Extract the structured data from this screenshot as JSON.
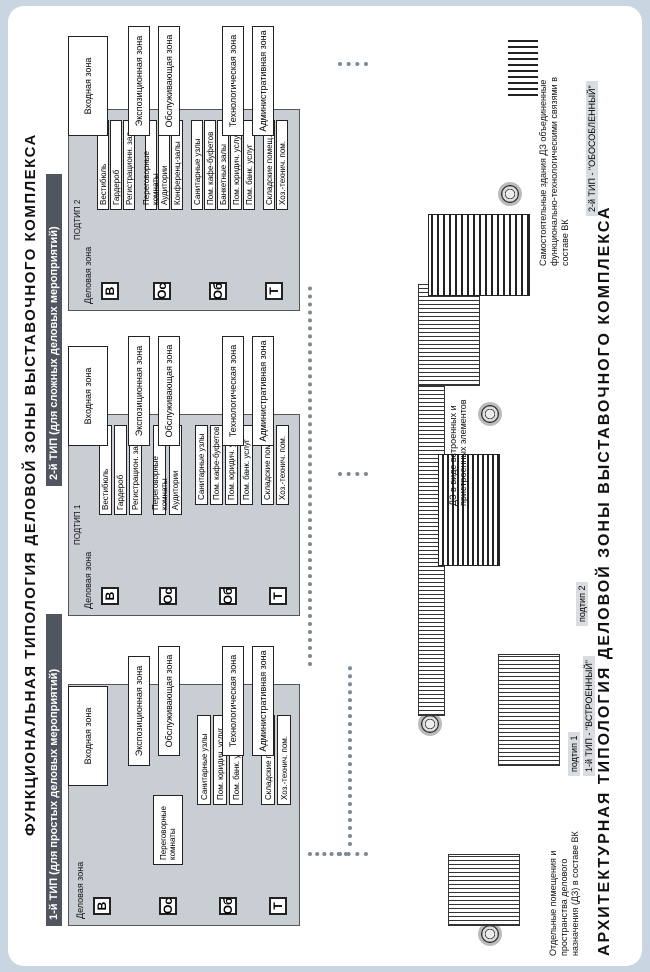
{
  "title": "ФУНКЦИОНАЛЬНАЯ ТИПОЛОГИЯ ДЕЛОВОЙ ЗОНЫ ВЫСТАВОЧНОГО КОМПЛЕКСА",
  "arch_title": "АРХИТЕКТУРНАЯ ТИПОЛОГИЯ ДЕЛОВОЙ ЗОНЫ ВЫСТАВОЧНОГО КОМПЛЕКСА",
  "type1": {
    "header": "1-й ТИП (для простых деловых мероприятий)",
    "panel_title": "Деловая зона",
    "blocks": {
      "v": "В",
      "os": "Ос",
      "ob": "Об",
      "t": "Т"
    },
    "rooms": [
      "Переговорные комнаты",
      "Санитарные узлы",
      "Пом. юридич. услуг",
      "Пом. банк. услуг",
      "Складские помещ.",
      "Хоз.-технич. пом."
    ],
    "zones": [
      "Входная зона",
      "Экспозиционная зона",
      "Обслуживающая зона",
      "Технологическая зона",
      "Административная зона"
    ]
  },
  "type2": {
    "header": "2-й ТИП (для сложных деловых мероприятий)",
    "sub1": {
      "label": "ПОДТИП 1",
      "panel_title": "Деловая зона",
      "rooms": [
        "Вестибюль",
        "Гардероб",
        "Регистрацион. зал",
        "Переговорные комнаты",
        "Аудитории",
        "Санитарные узлы",
        "Пом. кафе-буфетов",
        "Пом. юридич. услуг",
        "Пом. банк. услуг",
        "Складские помещ.",
        "Хоз.-технич. пом."
      ],
      "zones": [
        "Входная зона",
        "Экспозиционная зона",
        "Обслуживающая зона",
        "Технологическая зона",
        "Административная зона"
      ]
    },
    "sub2": {
      "label": "ПОДТИП 2",
      "panel_title": "Деловая зона",
      "rooms": [
        "Вестибюль",
        "Гардероб",
        "Регистрационн. зал",
        "Переговорные комнаты",
        "Аудитории",
        "Конференц-залы",
        "Санитарные узлы",
        "Пом. кафе-буфетов",
        "Банкетные залы",
        "Пом. юридич. услуг",
        "Пом. банк. услуг",
        "Складские помещ.",
        "Хоз.-технич. пом."
      ],
      "zones": [
        "Входная зона",
        "Экспозиционная зона",
        "Обслуживающая зона",
        "Технологическая зона",
        "Административная зона"
      ]
    }
  },
  "arch": {
    "left_caption": "Отдельные помещения и пространства делового назначения (ДЗ) в составе ВК",
    "sub1": "подтип 1",
    "sub2": "подтип 2",
    "type1_label": "1-й ТИП - \"ВСТРОЕННЫЙ\"",
    "mid_caption": "ДЗ в виде встроенных и пристроенных элементов",
    "right_caption": "Самостоятельные здания ДЗ объединенные функционально-технологическими связями в составе ВК",
    "type2_label": "2-й ТИП - \"ОБОСОБЛЕННЫЙ\""
  }
}
